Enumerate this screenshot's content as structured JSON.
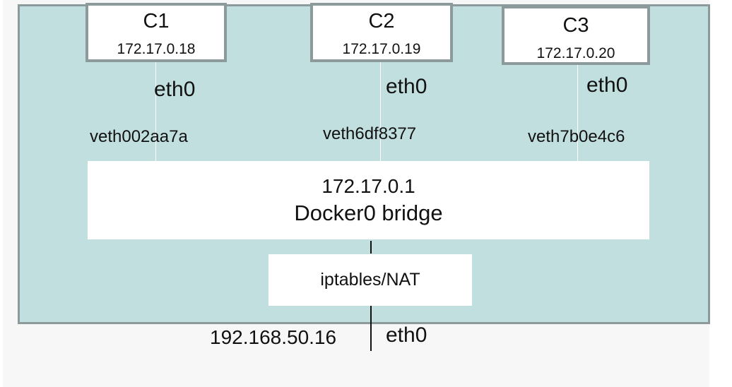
{
  "containers": [
    {
      "name": "C1",
      "ip": "172.17.0.18",
      "eth": "eth0",
      "veth": "veth002aa7a"
    },
    {
      "name": "C2",
      "ip": "172.17.0.19",
      "eth": "eth0",
      "veth": "veth6df8377"
    },
    {
      "name": "C3",
      "ip": "172.17.0.20",
      "eth": "eth0",
      "veth": "veth7b0e4c6"
    }
  ],
  "bridge": {
    "ip": "172.17.0.1",
    "name": "Docker0 bridge"
  },
  "nat": {
    "label": "iptables/NAT"
  },
  "host": {
    "ip": "192.168.50.16",
    "eth": "eth0"
  },
  "colors": {
    "host_fill": "#c2dfe0",
    "border": "#8c9a9b",
    "box_fill": "#ffffff",
    "text": "#111111"
  }
}
